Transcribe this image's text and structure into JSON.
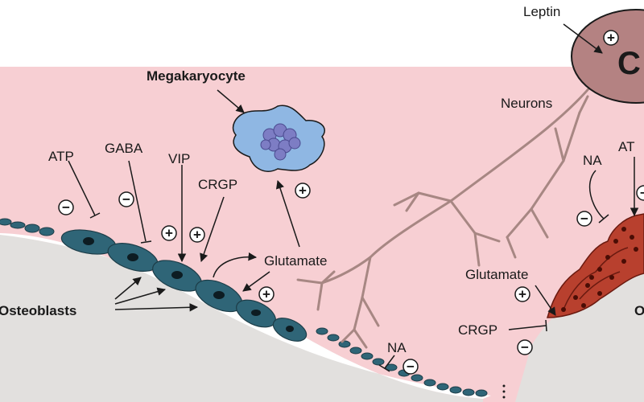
{
  "labels": {
    "leptin": "Leptin",
    "center_partial": "C",
    "megakaryocyte": "Megakaryocyte",
    "neurons": "Neurons",
    "atp_left": "ATP",
    "gaba": "GABA",
    "vip": "VIP",
    "crgp_left": "CRGP",
    "glutamate_center": "Glutamate",
    "osteoblasts": "Osteoblasts",
    "na_bottom": "NA",
    "na_right": "NA",
    "atp_right_partial": "AT",
    "glutamate_right": "Glutamate",
    "crgp_right": "CRGP",
    "right_edge_partial": "O"
  },
  "signs": {
    "plus": "+",
    "minus": "−"
  },
  "colors": {
    "marrow_pink": "#f7cfd3",
    "bone_gray": "#e2e0de",
    "osteoblast_teal": "#2f6577",
    "megakaryocyte_blue": "#8fb7e3",
    "nucleus_purple": "#7d7dc4",
    "neuron_brown": "#a78783",
    "cell_body": "#b48282",
    "osteoclast_red": "#b8402e"
  }
}
